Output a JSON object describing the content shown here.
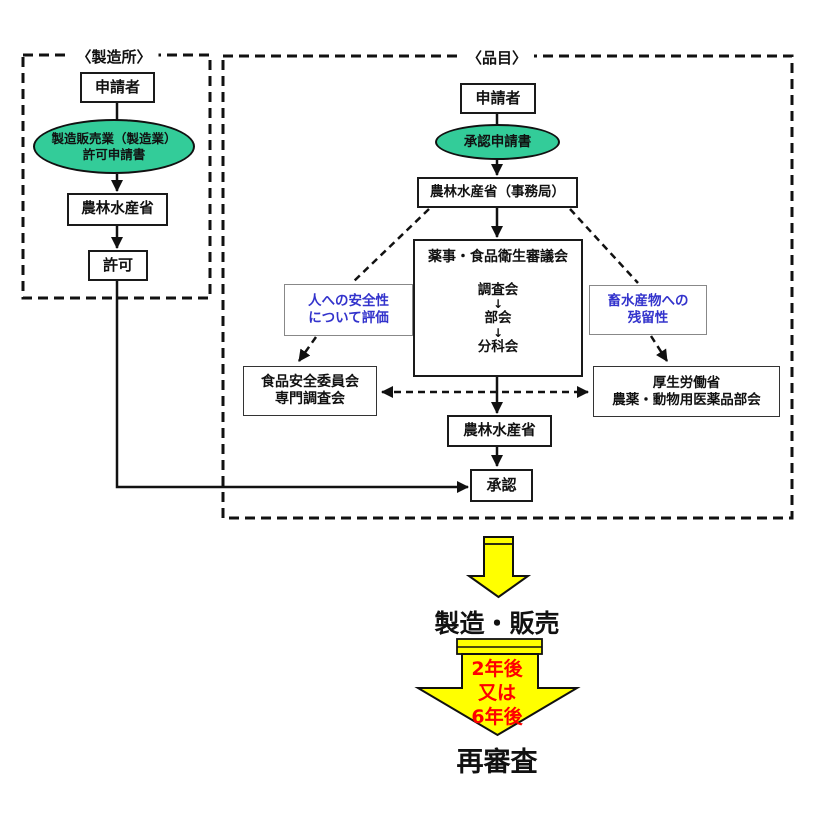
{
  "colors": {
    "ellipse_green": "#33cc99",
    "arrow_yellow": "#ffff00",
    "label_blue": "#3333cc",
    "period_red": "#ff0000",
    "line_black": "#111111"
  },
  "left_panel": {
    "title": "〈製造所〉",
    "applicant": "申請者",
    "permit_application_line1": "製造販売業（製造業）",
    "permit_application_line2": "許可申請書",
    "ministry": "農林水産省",
    "permission": "許可"
  },
  "right_panel": {
    "title": "〈品目〉",
    "applicant": "申請者",
    "approval_application": "承認申請書",
    "ministry_secretariat": "農林水産省（事務局）",
    "council": {
      "title": "薬事・食品衛生審議会",
      "step1": "調査会",
      "down_arrow": "↓",
      "step2": "部会",
      "step3": "分科会"
    },
    "human_safety_label_line1": "人への安全性",
    "human_safety_label_line2": "について評価",
    "residue_label_line1": "畜水産物への",
    "residue_label_line2": "残留性",
    "food_safety_line1": "食品安全委員会",
    "food_safety_line2": "専門調査会",
    "mhlw_line1": "厚生労働省",
    "mhlw_line2": "農薬・動物用医薬品部会",
    "ministry": "農林水産省",
    "approval": "承認"
  },
  "bottom": {
    "manufacture_sale": "製造・販売",
    "period": "2年後\n又は\n6年後",
    "reexamination": "再審査"
  }
}
